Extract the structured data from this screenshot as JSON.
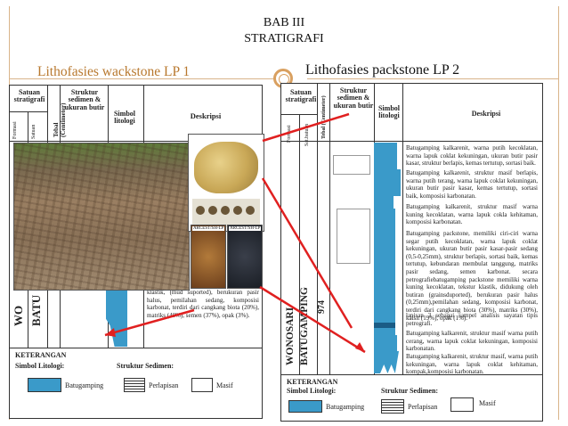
{
  "header": {
    "line1": "BAB III",
    "line2": "STRATIGRAFI"
  },
  "left": {
    "heading": "Lithofasies wackstone LP 1",
    "columns": {
      "satuan": "Satuan stratigrafi",
      "struktur": "Struktur sedimen & ukuran butir",
      "tebal": "Tebal (Centimeter)",
      "simbol": "Simbol litologi",
      "deskripsi": "Deskripsi"
    },
    "sub_formasi": "Formasi",
    "sub_satuan": "Satuan",
    "unit_text_1": "WO",
    "unit_text_2": "BATU",
    "description": "klastik, (mud suported), berukuran pasir halus, pemilahan sedang, komposisi karbonat, terdiri dari cangkang biota (20%), matriks (40%), semen (37%), opak (3%).",
    "legend": {
      "title": "KETERANGAN",
      "simbol_title": "Simbol Litologi:",
      "struktur_title": "Struktur Sedimen:",
      "batugamping": "Batugamping",
      "perlapisan": "Perlapisan",
      "masif": "Masif"
    }
  },
  "right": {
    "heading": "Lithofasies packstone LP 2",
    "columns": {
      "satuan": "Satuan stratigrafi",
      "struktur": "Struktur sedimen & ukuran butir",
      "tebal": "Tebal (Centimeter)",
      "simbol": "Simbol litologi",
      "deskripsi": "Deskripsi"
    },
    "sub_formasi": "Formasi",
    "sub_satuan": "Sat.batuan",
    "formation": "WONOSARI",
    "unit": "BATUGAMPING",
    "thickness": "974",
    "descriptions": [
      "Batugamping kalkarenit, warna putih kecoklatan, warna lapuk coklat kekuningan, ukuran butir pasir kasar, struktur berlapis, kemas tertutup, sortasi baik.",
      "Batugamping kalkarenit, struktur masif berlapis, warna putih terang, warna lapuk coklat kekuningan, ukuran butir pasir kasar, kemas tertutup, sortasi baik, komposisi karbonatan.",
      "Batugamping kalkarenit, struktur masif warna kuning kecoklatan, warna lapuk cokla kehitaman, komposisi karbonatan.",
      "Batugamping packstone, memiliki ciri-ciri warna segar putih kecoklatan, warna lapuk coklat kekuningan, ukuran butir pasir kasar-pasir sedang (0,5-0,25mm), struktur berlapis, sortasi baik, kemas tertutup, kebundaran membulat tanggung, matriks pasir sedang, semen karbonat. secara petrografiebatugamping packstone memiliki warna kuning kecoklatan, tekstur klastik, didukung oleh butiran (grainsduported), berukuran pasir halus (0,25mm),pemilahan sedang, komposisi karbonat, terdiri dari cangkang biota (30%), matriks (30%), kalsit (19%), opak (1%).",
      "lapisan 3 sebagai sampel analisis sayatan tipis petrografi.",
      "Batugamping kalkarenit, struktur masif warna putih cerang, warna lapuk coklat kekuningan, komposisi karbonatan.",
      "Batugamping kalkarenit, struktur masif, warna putih kekuningan, warna lapuk coklat kehitaman, kompak,komposisi karbonatan."
    ],
    "legend": {
      "title": "KETERANGAN",
      "simbol_title": "Simbol Litologi:",
      "struktur_title": "Struktur Sedimen:",
      "batugamping": "Batugamping",
      "perlapisan": "Perlapisan",
      "masif": "Masif"
    }
  },
  "photos": {
    "thin1": "ARCEST/SH-LP",
    "thin2": "ARCEST/SH-LP"
  },
  "colors": {
    "accent": "#3a9ac9",
    "heading_left": "#b8782e",
    "frame": "#d9b48a",
    "pointer": "#e02020"
  }
}
